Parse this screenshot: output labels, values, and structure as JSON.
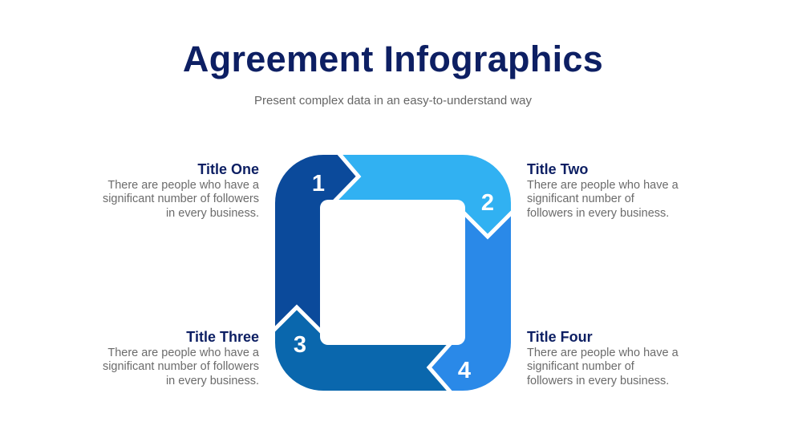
{
  "header": {
    "title": "Agreement Infographics",
    "subtitle": "Present complex data in an easy-to-understand way"
  },
  "steps": [
    {
      "number": "1",
      "title": "Title One",
      "body": "There are people who have a significant number of followers in every business.",
      "color": "#0b4a9b"
    },
    {
      "number": "2",
      "title": "Title Two",
      "body": "There are people who have a significant number of followers in every business.",
      "color": "#31b1f2"
    },
    {
      "number": "3",
      "title": "Title Three",
      "body": "There are people who have a significant number of followers in every business.",
      "color": "#0a67ad"
    },
    {
      "number": "4",
      "title": "Title Four",
      "body": "There are people who have a significant number of followers in every business.",
      "color": "#2a89e8"
    }
  ]
}
